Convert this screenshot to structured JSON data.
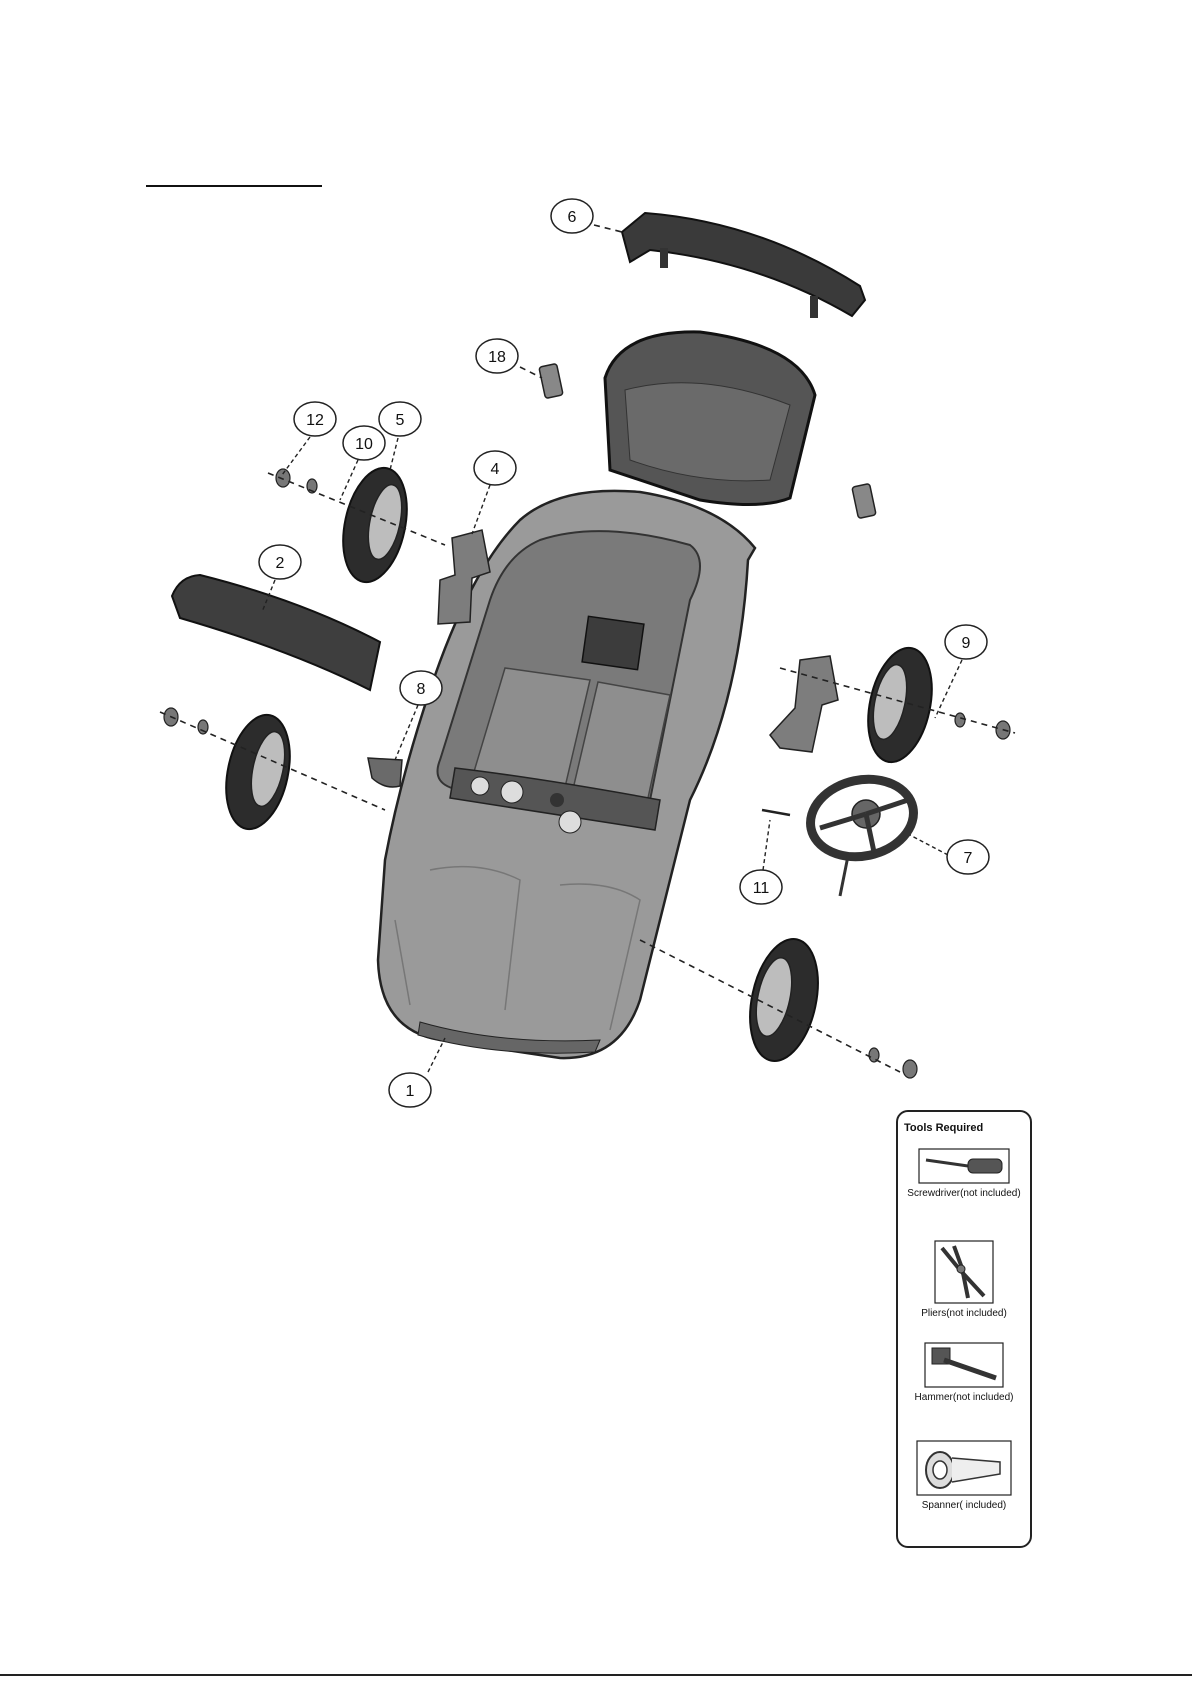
{
  "callouts": {
    "c1": "1",
    "c2": "2",
    "c4": "4",
    "c5": "5",
    "c6": "6",
    "c7": "7",
    "c8": "8",
    "c9": "9",
    "c10": "10",
    "c11": "11",
    "c12": "12",
    "c18": "18"
  },
  "tools": {
    "title": "Tools Required",
    "items": [
      {
        "label": "Screwdriver(not included)",
        "icon": "screwdriver-icon"
      },
      {
        "label": "Pliers(not included)",
        "icon": "pliers-icon"
      },
      {
        "label": "Hammer(not included)",
        "icon": "hammer-icon"
      },
      {
        "label": "Spanner( included)",
        "icon": "spanner-icon"
      }
    ]
  },
  "colors": {
    "body": "#9a9a9a",
    "dark": "#2a2a2a",
    "mid": "#6e6e6e"
  }
}
